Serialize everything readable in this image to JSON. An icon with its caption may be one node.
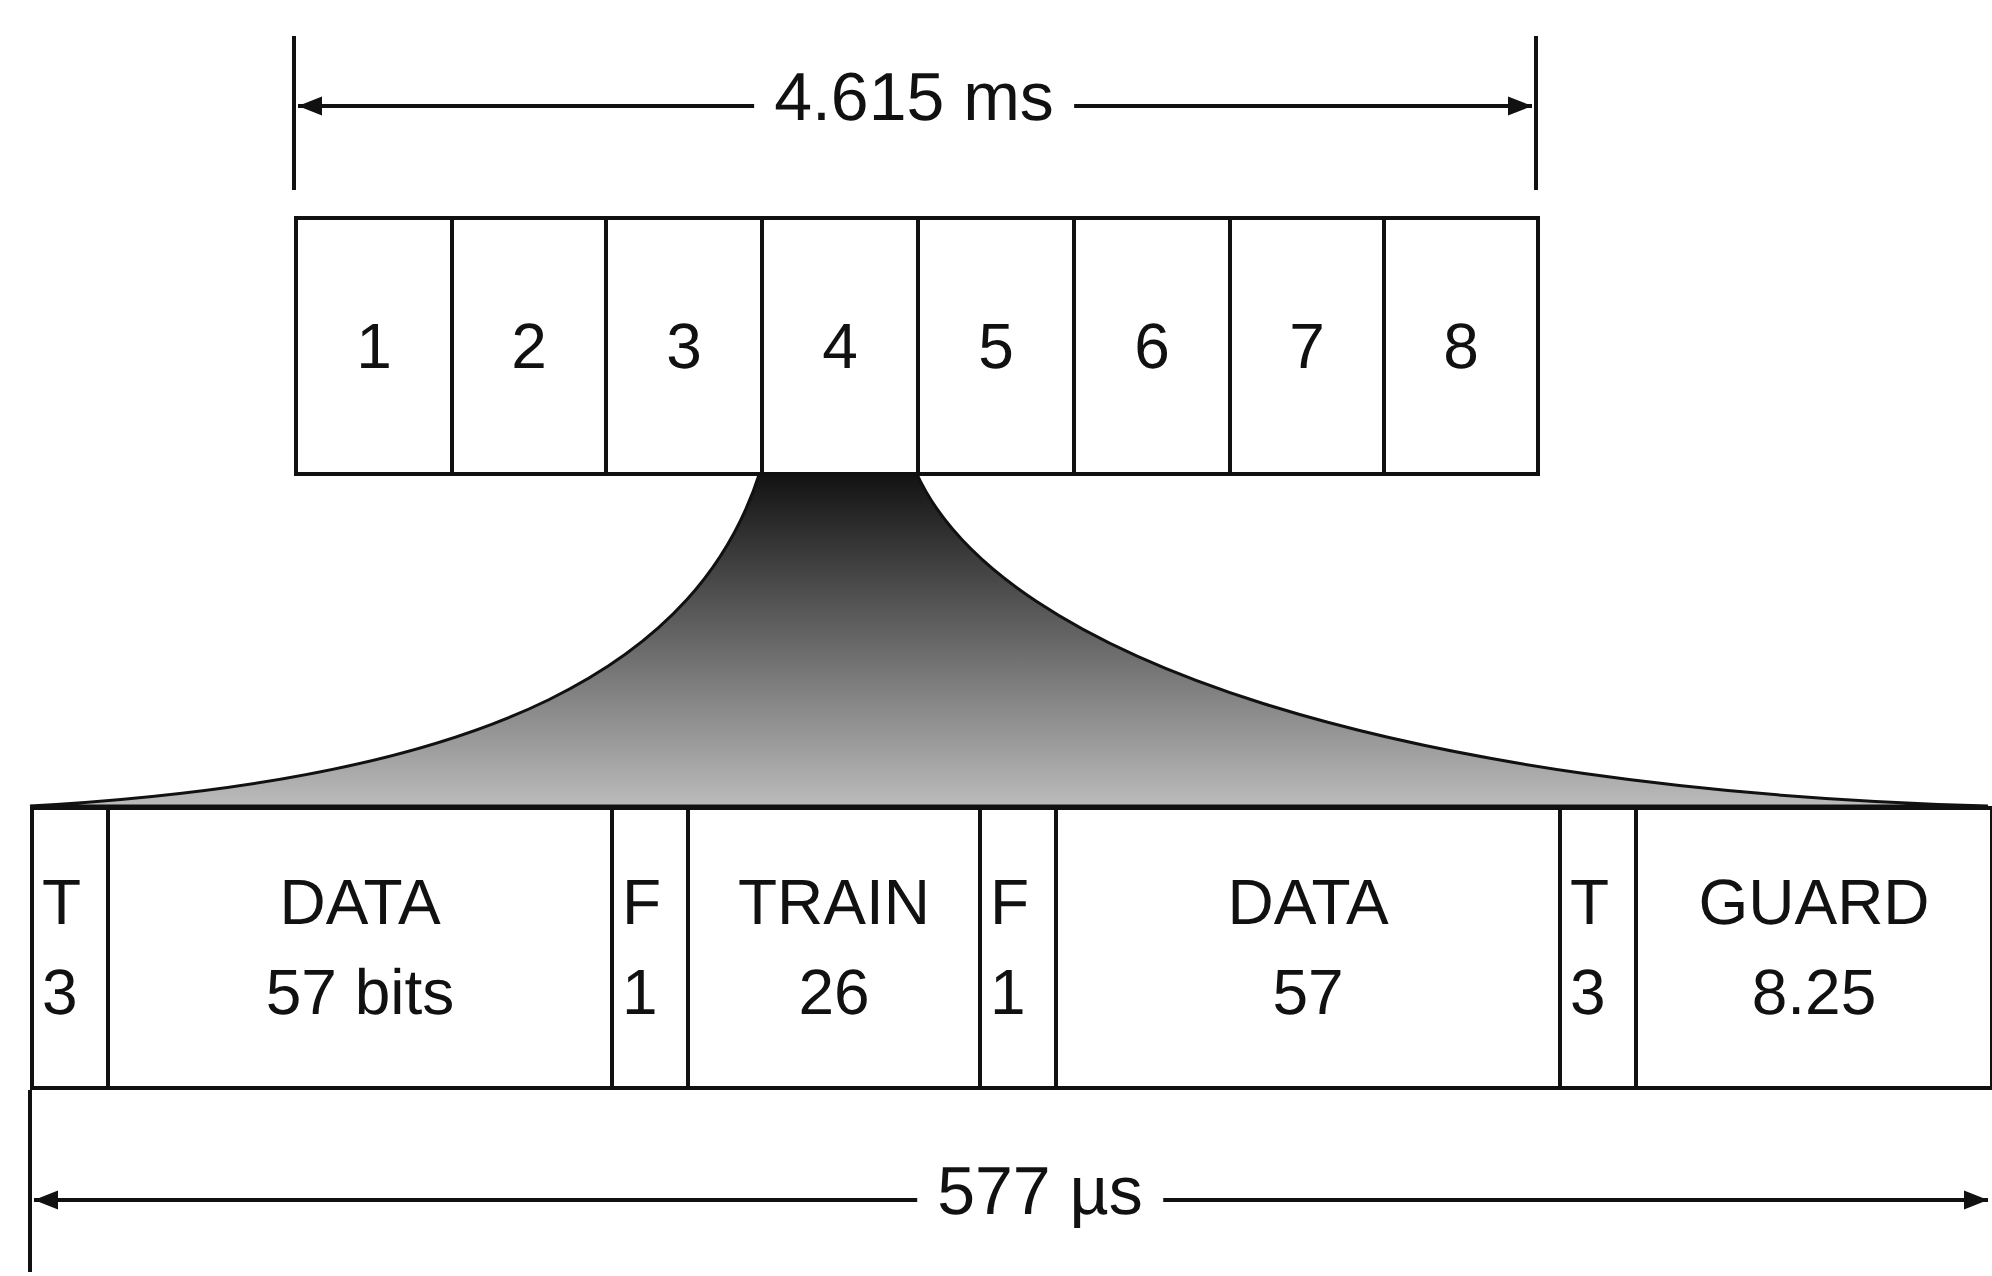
{
  "diagram": {
    "nodes": [
      {
        "text": [
          "1"
        ]
      },
      {
        "text": [
          "2"
        ]
      },
      {
        "text": [
          "3"
        ]
      },
      {
        "text": [
          "4"
        ]
      },
      {
        "text": [
          "5"
        ]
      },
      {
        "text": [
          "6"
        ]
      },
      {
        "text": [
          "7"
        ]
      },
      {
        "text": [
          "8"
        ]
      },
      {
        "text": [
          "T 3"
        ]
      },
      {
        "text": [
          "DATA 57 bits"
        ]
      },
      {
        "text": [
          "F 1"
        ]
      },
      {
        "text": [
          "TRAIN 26"
        ]
      },
      {
        "text": [
          "F 1"
        ]
      },
      {
        "text": [
          "DATA 57"
        ]
      },
      {
        "text": [
          "T 3"
        ]
      },
      {
        "text": [
          "GUARD 8.25"
        ]
      }
    ],
    "edges": [],
    "labels": [
      "4.615 ms",
      "577 µs"
    ]
  }
}
